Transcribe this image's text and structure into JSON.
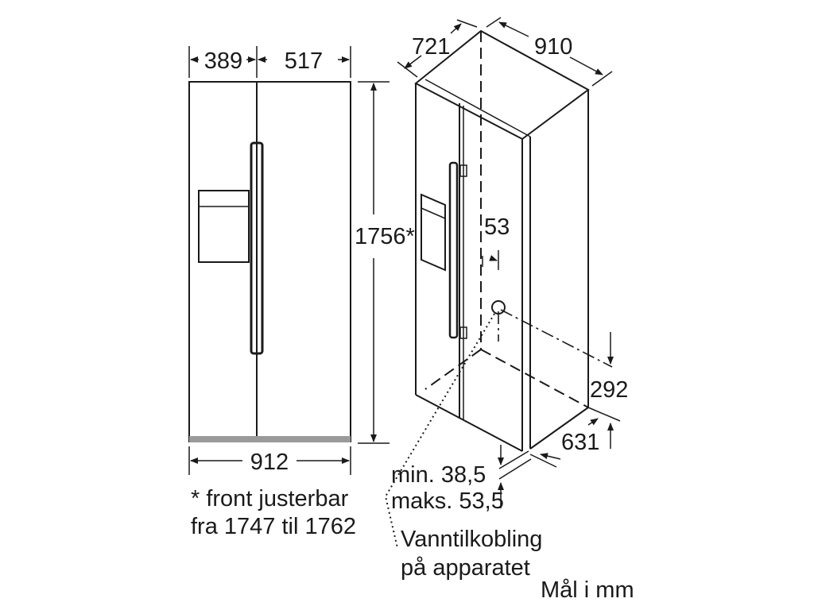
{
  "front_view": {
    "dim_left_width": "389",
    "dim_right_width": "517",
    "dim_height": "1756*",
    "dim_total_width": "912",
    "note_line1": "* front justerbar",
    "note_line2": "fra 1747 til 1762"
  },
  "iso_view": {
    "dim_depth": "721",
    "dim_width": "910",
    "dim_water_offset": "53",
    "dim_water_height": "292",
    "dim_base_depth": "631",
    "feet_min": "min. 38,5",
    "feet_max": "maks. 53,5",
    "water_label_line1": "Vanntilkobling",
    "water_label_line2": "på apparatet"
  },
  "units_note": "Mål i mm"
}
